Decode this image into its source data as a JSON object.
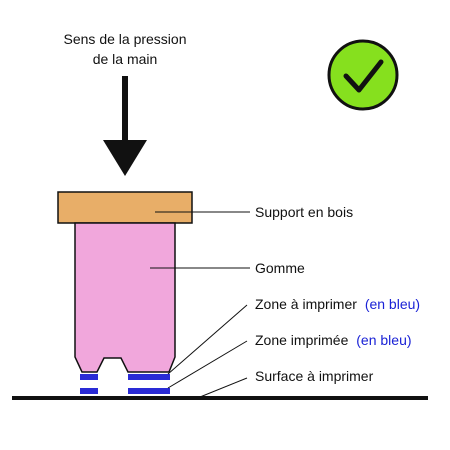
{
  "diagram": {
    "pressure_direction_line1": "Sens de la pression",
    "pressure_direction_line2": "de la main",
    "labels": {
      "wood_support": "Support en bois",
      "eraser": "Gomme",
      "print_zone_text": "Zone à imprimer",
      "print_zone_note": "(en bleu)",
      "printed_zone_text": "Zone imprimée",
      "printed_zone_note": "(en bleu)",
      "print_surface": "Surface à imprimer"
    },
    "checkmark_icon": "check-circle-icon"
  },
  "colors": {
    "wood": "#e8ae68",
    "eraser": "#f1a7dc",
    "ink": "#2a2bd6",
    "check_fill": "#86e01e",
    "outline": "#111111",
    "accent_text": "#1a22d6"
  }
}
